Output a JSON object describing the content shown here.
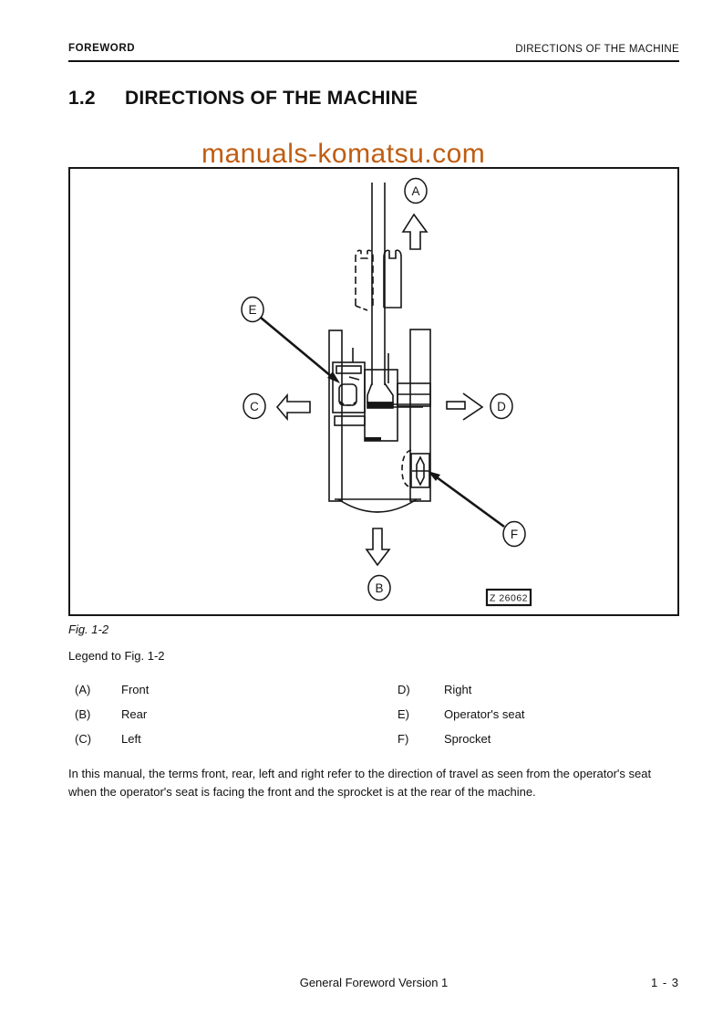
{
  "page": {
    "header": {
      "left": "FOREWORD",
      "right": "DIRECTIONS OF THE MACHINE"
    },
    "title": {
      "number": "1.2",
      "text": "DIRECTIONS OF THE MACHINE"
    },
    "watermark": {
      "text": "manuals-komatsu.com",
      "color": "#c05d12"
    },
    "figure": {
      "caption": "Fig. 1-2",
      "drawing_number": "Z 26062",
      "callouts": {
        "a": "A",
        "b": "B",
        "c": "C",
        "d": "D",
        "e": "E",
        "f": "F"
      }
    },
    "legend": {
      "heading": "Legend to Fig. 1-2",
      "left_column": [
        {
          "key": "(A)",
          "label": "Front"
        },
        {
          "key": "(B)",
          "label": "Rear"
        },
        {
          "key": "(C)",
          "label": "Left"
        }
      ],
      "right_column": [
        {
          "key": "D)",
          "label": "Right"
        },
        {
          "key": "E)",
          "label": "Operator's seat"
        },
        {
          "key": "F)",
          "label": "Sprocket"
        }
      ]
    },
    "body_text": "In this manual, the terms front, rear, left and right refer to the direction of travel as seen from the operator's seat when the operator's seat is facing the front and the sprocket is at the rear of the machine.",
    "footer": {
      "center": "General Foreword Version 1",
      "page_number": "1 - 3"
    }
  }
}
